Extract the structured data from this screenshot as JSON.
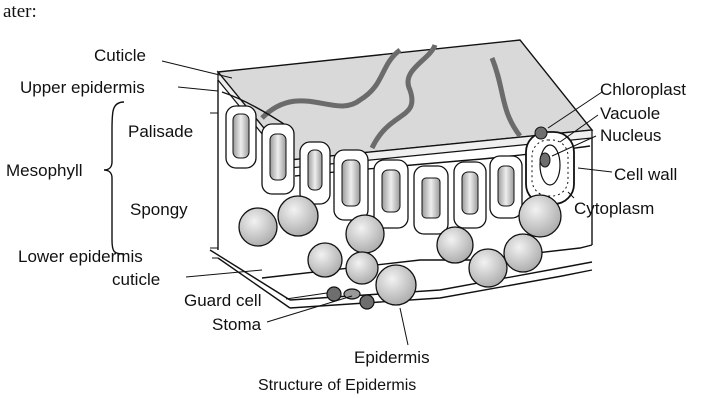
{
  "header_text": "ater:",
  "labels": {
    "cuticle_top": "Cuticle",
    "upper_epidermis": "Upper epidermis",
    "palisade": "Palisade",
    "mesophyll": "Mesophyll",
    "spongy": "Spongy",
    "lower_epidermis": "Lower epidermis",
    "cuticle_bottom": "cuticle",
    "guard_cell": "Guard cell",
    "stoma": "Stoma",
    "epidermis": "Epidermis",
    "chloroplast": "Chloroplast",
    "vacuole": "Vacuole",
    "nucleus": "Nucleus",
    "cell_wall": "Cell wall",
    "cytoplasm": "Cytoplasm"
  },
  "caption": "Structure of Epidermis",
  "colors": {
    "top_surface": "#d9d9d9",
    "vein": "#6b6b6b",
    "cell_fill": "#c8c8c8",
    "chloroplast_fill": "#6e6e6e"
  }
}
